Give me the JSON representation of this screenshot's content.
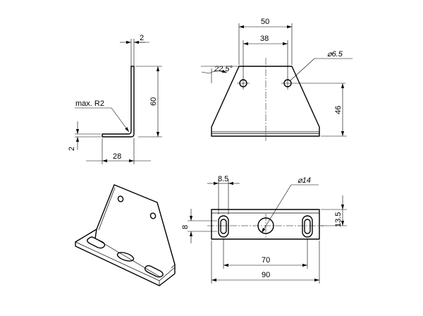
{
  "dimensions": {
    "side_thickness": "2",
    "side_height": "60",
    "side_bend_radius": "max. R2",
    "side_base_thickness": "2",
    "side_base_length": "28",
    "front_top_width": "50",
    "front_hole_spacing": "38",
    "front_angle": "22.5°",
    "front_hole_diameter": "⌀6.5",
    "front_height": "46",
    "top_slot_width": "8.5",
    "top_center_hole_diameter": "⌀14",
    "top_depth": "13.5",
    "top_slot_height": "8",
    "top_slot_spacing": "70",
    "top_overall_width": "90"
  }
}
